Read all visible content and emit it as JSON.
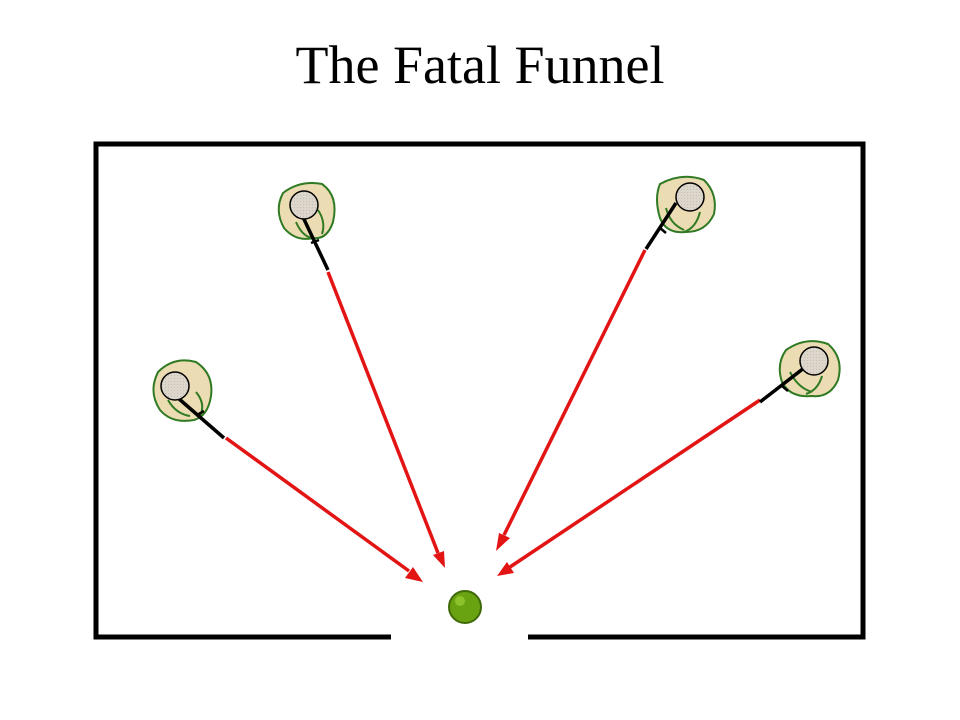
{
  "slide": {
    "title": "The Fatal Funnel"
  },
  "diagram": {
    "colors": {
      "wall": "#000000",
      "line_of_fire": "#e21414",
      "target_fill": "#6aa312",
      "target_stroke": "#3f6a08",
      "shooter_body_fill": "#ecdcb4",
      "shooter_body_stroke": "#2f7a23",
      "shooter_head_fill": "#dcd6cc",
      "weapon": "#000000"
    },
    "nodes": [
      {
        "id": "shooter-top-left",
        "kind": "shooter"
      },
      {
        "id": "shooter-top-right",
        "kind": "shooter"
      },
      {
        "id": "shooter-left",
        "kind": "shooter"
      },
      {
        "id": "shooter-right",
        "kind": "shooter"
      },
      {
        "id": "entry-person",
        "kind": "target"
      }
    ],
    "edges": [
      {
        "from": "shooter-left",
        "to": "entry-person"
      },
      {
        "from": "shooter-top-left",
        "to": "entry-person"
      },
      {
        "from": "shooter-top-right",
        "to": "entry-person"
      },
      {
        "from": "shooter-right",
        "to": "entry-person"
      }
    ]
  }
}
